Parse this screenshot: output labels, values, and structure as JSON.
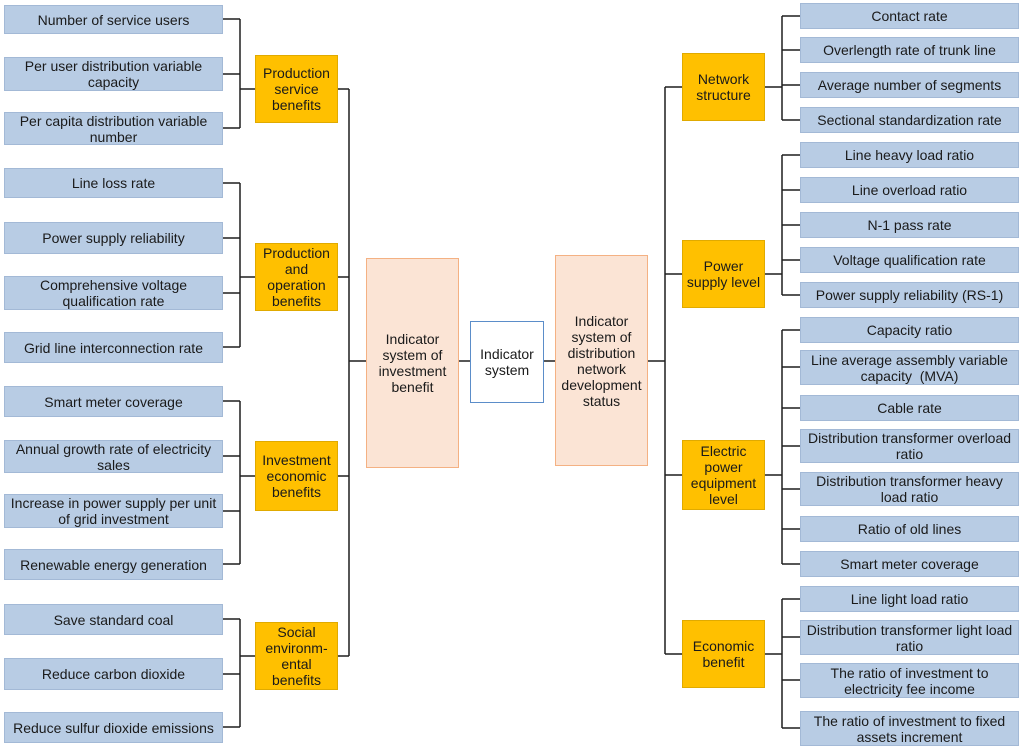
{
  "center": "Indicator system",
  "left_main": "Indicator system of investment benefit",
  "right_main": "Indicator system of distribution network development status",
  "left": [
    {
      "category": "Production service benefits",
      "items": [
        "Number of service users",
        "Per user distribution variable capacity",
        "Per capita distribution variable number"
      ]
    },
    {
      "category": "Production and operation benefits",
      "items": [
        "Line loss rate",
        "Power supply reliability",
        "Comprehensive voltage qualification rate",
        "Grid line interconnection rate"
      ]
    },
    {
      "category": "Investment economic benefits",
      "items": [
        "Smart meter coverage",
        "Annual growth rate of electricity sales",
        "Increase in power supply per unit of grid investment",
        "Renewable energy generation"
      ]
    },
    {
      "category": "Social environm-ental benefits",
      "items": [
        "Save standard coal",
        "Reduce carbon dioxide",
        "Reduce sulfur dioxide emissions"
      ]
    }
  ],
  "right": [
    {
      "category": "Network structure",
      "items": [
        "Contact rate",
        "Overlength rate of trunk line",
        "Average number of segments",
        "Sectional standardization rate"
      ]
    },
    {
      "category": "Power supply level",
      "items": [
        "Line heavy load ratio",
        "Line overload ratio",
        "N-1 pass rate",
        "Voltage qualification rate",
        "Power supply reliability (RS-1)"
      ]
    },
    {
      "category": "Electric power equipment level",
      "items": [
        "Capacity ratio",
        "Line average assembly variable capacity  (MVA)",
        "Cable rate",
        "Distribution transformer overload ratio",
        "Distribution transformer heavy load ratio",
        "Ratio of old lines",
        "Smart meter coverage"
      ]
    },
    {
      "category": "Economic benefit",
      "items": [
        "Line light load ratio",
        "Distribution transformer light load ratio",
        "The ratio of investment to electricity fee income",
        "The ratio of investment to fixed assets increment"
      ]
    }
  ],
  "colors": {
    "leaf": "#b8cce4",
    "category": "#ffc000",
    "main": "#fbe4d5",
    "center_border": "#5b8dc9",
    "line": "#1f1f1f"
  }
}
